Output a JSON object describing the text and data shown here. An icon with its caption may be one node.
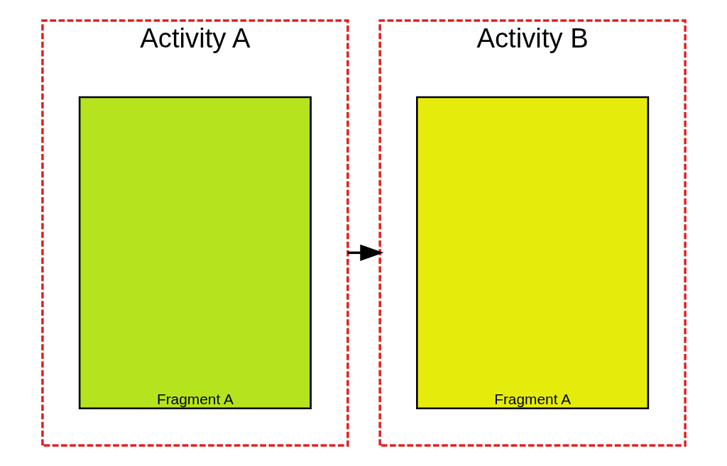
{
  "diagram": {
    "nodes": [
      {
        "text": [
          "Activity A"
        ]
      },
      {
        "text": [
          "Fragment A"
        ],
        "in": 0
      },
      {
        "text": [
          "Activity B"
        ]
      },
      {
        "text": [
          "Fragment A"
        ],
        "in": 2
      }
    ],
    "edges": [
      {
        "from": 0,
        "to": 2,
        "arrow": "to"
      }
    ]
  }
}
